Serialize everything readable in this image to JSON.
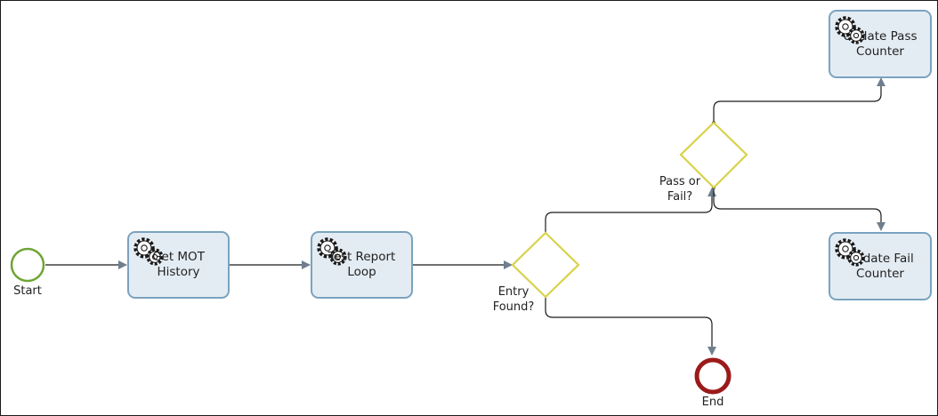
{
  "events": {
    "start": {
      "label": "Start",
      "stroke": "#6ea534"
    },
    "end": {
      "label": "End",
      "stroke": "#9b1a1a"
    }
  },
  "tasks": [
    {
      "id": "get-mot-history",
      "label": "Get MOT History",
      "icon": "gears-icon"
    },
    {
      "id": "test-report-loop",
      "label": "Test Report Loop",
      "icon": "gears-icon"
    },
    {
      "id": "update-pass-counter",
      "label": "Update Pass Counter",
      "icon": "gears-icon"
    },
    {
      "id": "update-fail-counter",
      "label": "Update Fail Counter",
      "icon": "gears-icon"
    }
  ],
  "gateways": [
    {
      "id": "entry-found",
      "label": "Entry Found?"
    },
    {
      "id": "pass-or-fail",
      "label": "Pass or Fail?"
    }
  ],
  "colors": {
    "task_fill": "#e4ecf3",
    "task_border": "#7aa3bf",
    "gateway_stroke": "#d8d24a",
    "connector": "#1a1a1a",
    "arrowhead": "#6f7f8e"
  }
}
